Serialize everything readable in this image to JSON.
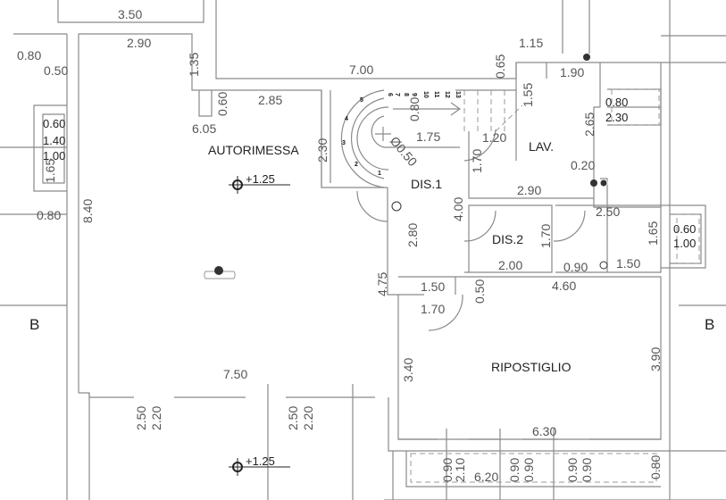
{
  "rooms": {
    "garage": "AUTORIMESSA",
    "dis1": "DIS.1",
    "dis2": "DIS.2",
    "lav": "LAV.",
    "storage": "RIPOSTIGLIO"
  },
  "section_marks": {
    "left": "B",
    "right": "B"
  },
  "levels": {
    "garage": "+1.25",
    "outside": "+1.25"
  },
  "stair_steps": [
    "1",
    "2",
    "3",
    "4",
    "5",
    "6",
    "7",
    "8",
    "9",
    "10",
    "11",
    "12",
    "13"
  ],
  "dims": {
    "d350": "3.50",
    "d290a": "2.90",
    "d080a": "0.80",
    "d050a": "0.50",
    "d700": "7.00",
    "d285": "2.85",
    "d605": "6.05",
    "d115": "1.15",
    "d190": "1.90",
    "d060a": "0.60",
    "d140": "1.40",
    "d100a": "1.00",
    "d080b": "0.80",
    "d175": "1.75",
    "d120": "1.20",
    "d080c": "0.80",
    "d230a": "2.30",
    "d020": "0.20",
    "d290b": "2.90",
    "d250a": "2.50",
    "d060b": "0.60",
    "d100b": "1.00",
    "d200": "2.00",
    "d090a": "0.90",
    "d150a": "1.50",
    "d150b": "1.50",
    "d460": "4.60",
    "d170a": "1.70",
    "d750": "7.50",
    "d630": "6.30",
    "d620": "6.20",
    "v135": "1.35",
    "v060": "0.60",
    "v065": "0.65",
    "v155": "1.55",
    "v265": "2.65",
    "v230": "2.30",
    "v080": "0.80",
    "vdia": "Ø0.50",
    "v170a": "1.70",
    "v165a": "1.65",
    "v840": "8.40",
    "v400": "4.00",
    "v280": "2.80",
    "v170b": "1.70",
    "v165b": "1.65",
    "v475": "4.75",
    "v050": "0.50",
    "v340": "3.40",
    "v390": "3.90",
    "v250a": "2.50",
    "v220a": "2.20",
    "v250b": "2.50",
    "v220b": "2.20",
    "v090a": "0.90",
    "v210": "2.10",
    "v090b": "0.90",
    "v090c": "0.90",
    "v090d": "0.90",
    "v090e": "0.90",
    "v080b": "0.80"
  },
  "colors": {
    "line": "#8a8a8a",
    "text": "#555555"
  }
}
